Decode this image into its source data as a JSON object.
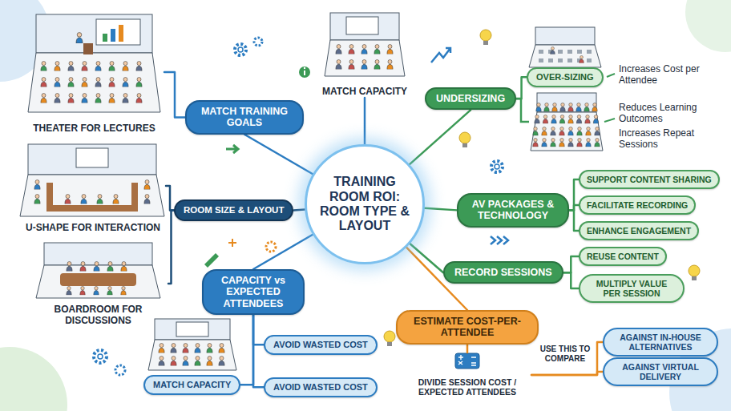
{
  "diagram": {
    "nodes": [
      {
        "text": [
          "TRAINING ROOM ROI: ROOM TYPE & LAYOUT"
        ]
      },
      {
        "text": [
          "MATCH TRAINING GOALS"
        ]
      },
      {
        "text": [
          "THEATER FOR LECTURES"
        ]
      },
      {
        "text": [
          "ROOM SIZE & LAYOUT"
        ]
      },
      {
        "text": [
          "U-SHAPE FOR INTERACTION"
        ]
      },
      {
        "text": [
          "BOARDROOM FOR DISCUSSIONS"
        ]
      },
      {
        "text": [
          "MATCH CAPACITY"
        ]
      },
      {
        "text": [
          "UNDERSIZING"
        ]
      },
      {
        "text": [
          "OVER-SIZING"
        ]
      },
      {
        "text": [
          "AV PACKAGES & TECHNOLOGY"
        ]
      },
      {
        "text": [
          "SUPPORT CONTENT SHARING"
        ]
      },
      {
        "text": [
          "FACILITATE RECORDING"
        ]
      },
      {
        "text": [
          "ENHANCE ENGAGEMENT"
        ]
      },
      {
        "text": [
          "RECORD SESSIONS"
        ]
      },
      {
        "text": [
          "REUSE CONTENT"
        ]
      },
      {
        "text": [
          "MULTIPLY VALUE PER SESSION"
        ]
      },
      {
        "text": [
          "CAPACITY vs EXPECTED ATTENDEES"
        ]
      },
      {
        "text": [
          "AVOID WASTED COST"
        ]
      },
      {
        "text": [
          "AVOID WASTED COST"
        ]
      },
      {
        "text": [
          "MATCH CAPACITY"
        ]
      },
      {
        "text": [
          "ESTIMATE COST-PER-ATTENDEE"
        ]
      },
      {
        "text": [
          "DIVIDE SESSION COST / EXPECTED ATTENDEES"
        ]
      },
      {
        "text": [
          "AGAINST IN-HOUSE ALTERNATIVES"
        ]
      },
      {
        "text": [
          "AGAINST VIRTUAL DELIVERY"
        ]
      }
    ],
    "edges": [
      {
        "from": 0,
        "to": 1,
        "arrow": "none"
      },
      {
        "from": 1,
        "to": 2,
        "arrow": "none"
      },
      {
        "from": 0,
        "to": 3,
        "arrow": "none"
      },
      {
        "from": 3,
        "to": 4,
        "arrow": "none"
      },
      {
        "from": 3,
        "to": 5,
        "arrow": "none"
      },
      {
        "from": 0,
        "to": 6,
        "arrow": "none"
      },
      {
        "from": 0,
        "to": 7,
        "arrow": "none"
      },
      {
        "from": 7,
        "to": 8,
        "arrow": "none"
      },
      {
        "from": 0,
        "to": 9,
        "arrow": "none"
      },
      {
        "from": 9,
        "to": 10,
        "arrow": "none"
      },
      {
        "from": 9,
        "to": 11,
        "arrow": "none"
      },
      {
        "from": 9,
        "to": 12,
        "arrow": "none"
      },
      {
        "from": 0,
        "to": 13,
        "arrow": "none"
      },
      {
        "from": 13,
        "to": 14,
        "arrow": "none"
      },
      {
        "from": 13,
        "to": 15,
        "arrow": "none"
      },
      {
        "from": 0,
        "to": 16,
        "arrow": "none"
      },
      {
        "from": 16,
        "to": 17,
        "arrow": "none"
      },
      {
        "from": 16,
        "to": 18,
        "arrow": "none"
      },
      {
        "from": 16,
        "to": 19,
        "arrow": "none"
      },
      {
        "from": 0,
        "to": 20,
        "arrow": "none"
      },
      {
        "from": 20,
        "to": 21,
        "arrow": "none"
      },
      {
        "from": 21,
        "to": 22,
        "arrow": "none"
      },
      {
        "from": 21,
        "to": 23,
        "arrow": "none"
      }
    ],
    "labels": [
      "Increases Cost per Attendee",
      "Reduces Learning Outcomes",
      "Increases Repeat Sessions",
      "USE THIS TO COMPARE"
    ]
  }
}
